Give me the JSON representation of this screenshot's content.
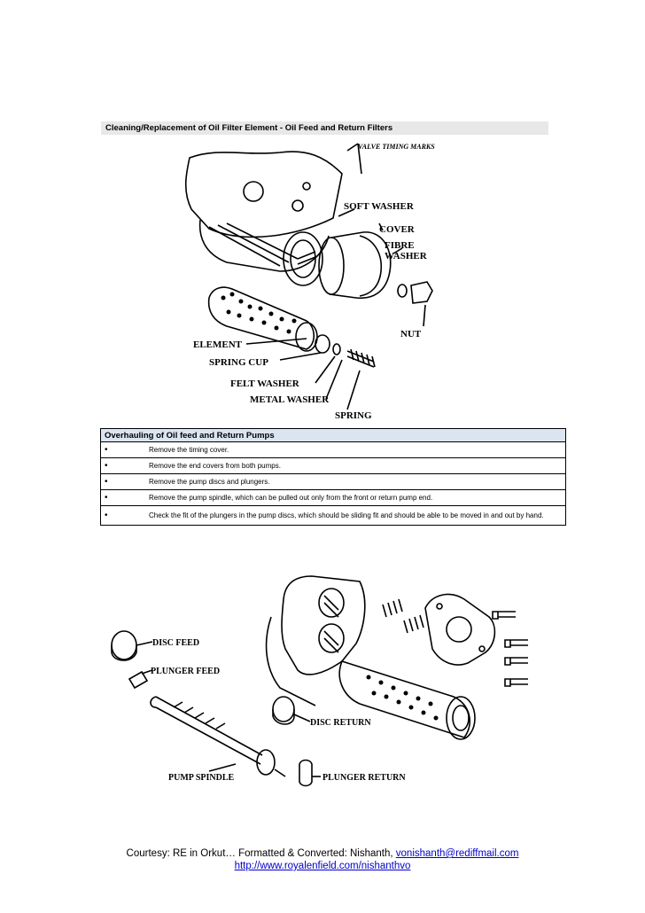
{
  "section_title": "Cleaning/Replacement of Oil Filter Element - Oil Feed and Return Filters",
  "figure1": {
    "timing_label": "VALVE TIMING MARKS",
    "labels": {
      "soft_washer": "SOFT WASHER",
      "cover": "COVER",
      "fibre": "FIBRE",
      "washer": "WASHER",
      "nut": "NUT",
      "element": "ELEMENT",
      "spring_cup": "SPRING CUP",
      "felt_washer": "FELT WASHER",
      "metal_washer": "METAL WASHER",
      "spring": "SPRING"
    }
  },
  "pump_section": {
    "title": "Overhauling of Oil feed and Return Pumps",
    "bullet": "•",
    "steps": [
      "Remove the timing cover.",
      "Remove the end covers from both pumps.",
      "Remove the pump discs  and plungers.",
      "Remove the pump spindle, which can be pulled out only from the front or return pump end."
    ],
    "step_last": "Check the fit of the plungers in the pump discs, which should be sliding fit and should be able to be moved in and out by hand."
  },
  "figure2": {
    "labels": {
      "disc_feed": "DISC FEED",
      "plunger_feed": "PLUNGER FEED",
      "disc_return": "DISC RETURN",
      "pump_spindle": "PUMP SPINDLE",
      "plunger_return": "PLUNGER RETURN"
    }
  },
  "footer": {
    "credit": "Courtesy: RE  in Orkut… Formatted & Converted: Nishanth, ",
    "email": "vonishanth@rediffmail.com",
    "url": "http://www.royalenfield.com/nishanthvo"
  }
}
